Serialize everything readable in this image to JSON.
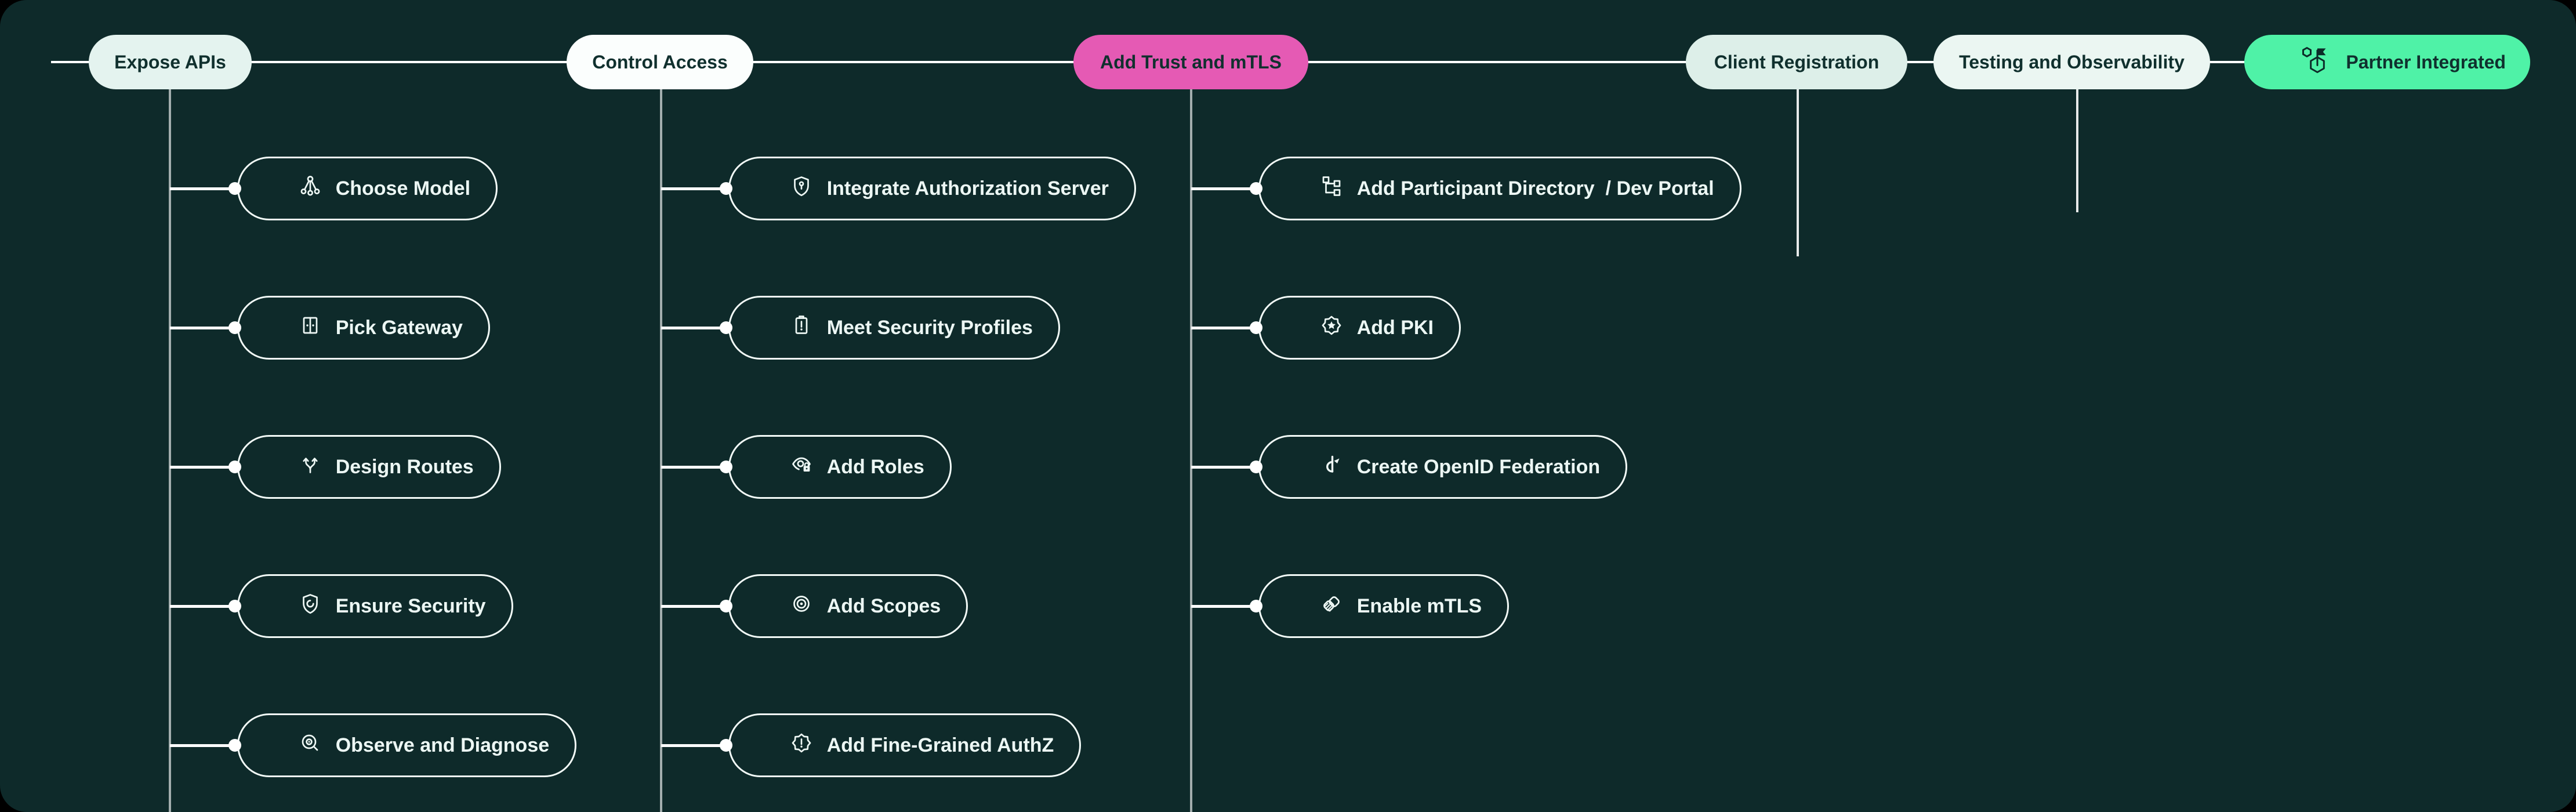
{
  "theme": {
    "canvas_bg": "#0e2a2a",
    "connector_color": "#ffffff",
    "task_border_color": "#f2faf7",
    "task_text_color": "#ecf7f4",
    "milestone_text_color": "#10302e"
  },
  "milestones": [
    {
      "label": "Expose APIs",
      "fill": "#e4f3ef"
    },
    {
      "label": "Control Access",
      "fill": "#fbfefd"
    },
    {
      "label": "Add Trust and mTLS",
      "fill": "#e55ab4"
    },
    {
      "label": "Client Registration",
      "fill": "#ddefe9"
    },
    {
      "label": "Testing and Observability",
      "fill": "#ebf6f2"
    },
    {
      "label": "Partner Integrated",
      "fill": "#4ff2a7",
      "icon": "milestone-flag-icon"
    }
  ],
  "columns": [
    {
      "milestone": "Expose APIs",
      "tasks": [
        {
          "label": "Choose Model",
          "icon": "tree-icon"
        },
        {
          "label": "Pick Gateway",
          "icon": "gateway-icon"
        },
        {
          "label": "Design Routes",
          "icon": "route-split-icon"
        },
        {
          "label": "Ensure Security",
          "icon": "shield-scan-icon"
        },
        {
          "label": "Observe and Diagnose",
          "icon": "magnifier-eye-icon"
        }
      ]
    },
    {
      "milestone": "Control Access",
      "tasks": [
        {
          "label": "Integrate Authorization Server",
          "icon": "shield-keyhole-icon"
        },
        {
          "label": "Meet Security Profiles",
          "icon": "clipboard-alert-icon"
        },
        {
          "label": "Add Roles",
          "icon": "eye-lock-icon"
        },
        {
          "label": "Add Scopes",
          "icon": "target-icon"
        },
        {
          "label": "Add Fine-Grained AuthZ",
          "icon": "badge-alert-icon"
        }
      ]
    },
    {
      "milestone": "Add Trust and mTLS",
      "tasks": [
        {
          "label": "Add Participant Directory  / Dev Portal",
          "icon": "sitemap-icon"
        },
        {
          "label": "Add PKI",
          "icon": "badge-star-icon"
        },
        {
          "label": "Create OpenID Federation",
          "icon": "openid-icon"
        },
        {
          "label": "Enable mTLS",
          "icon": "handshake-icon"
        }
      ]
    },
    {
      "milestone": "Client Registration",
      "tasks": []
    },
    {
      "milestone": "Testing and Observability",
      "tasks": []
    },
    {
      "milestone": "Partner Integrated",
      "tasks": []
    }
  ]
}
